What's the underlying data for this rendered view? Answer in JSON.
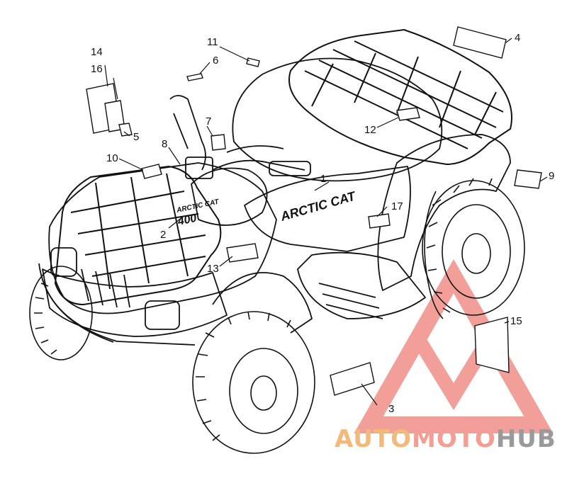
{
  "callouts": {
    "c1": "1",
    "c2": "2",
    "c3": "3",
    "c4": "4",
    "c5": "5",
    "c6": "6",
    "c7": "7",
    "c8": "8",
    "c9": "9",
    "c10": "10",
    "c11": "11",
    "c12": "12",
    "c13": "13",
    "c14": "14",
    "c15": "15",
    "c16": "16",
    "c17": "17"
  },
  "decals": {
    "side_brand": "ARCTIC CAT",
    "hood_brand": "ARCTIC CAT",
    "hood_model": "400"
  },
  "watermark": {
    "part1": "AUTO",
    "part2": "MOTO",
    "part3": "HUB"
  },
  "colors": {
    "line": "#111111",
    "watermark_logo": "#f08078",
    "watermark_orange": "#f3b97a",
    "watermark_red": "#f39d94",
    "watermark_gray": "#9a9a9a"
  }
}
